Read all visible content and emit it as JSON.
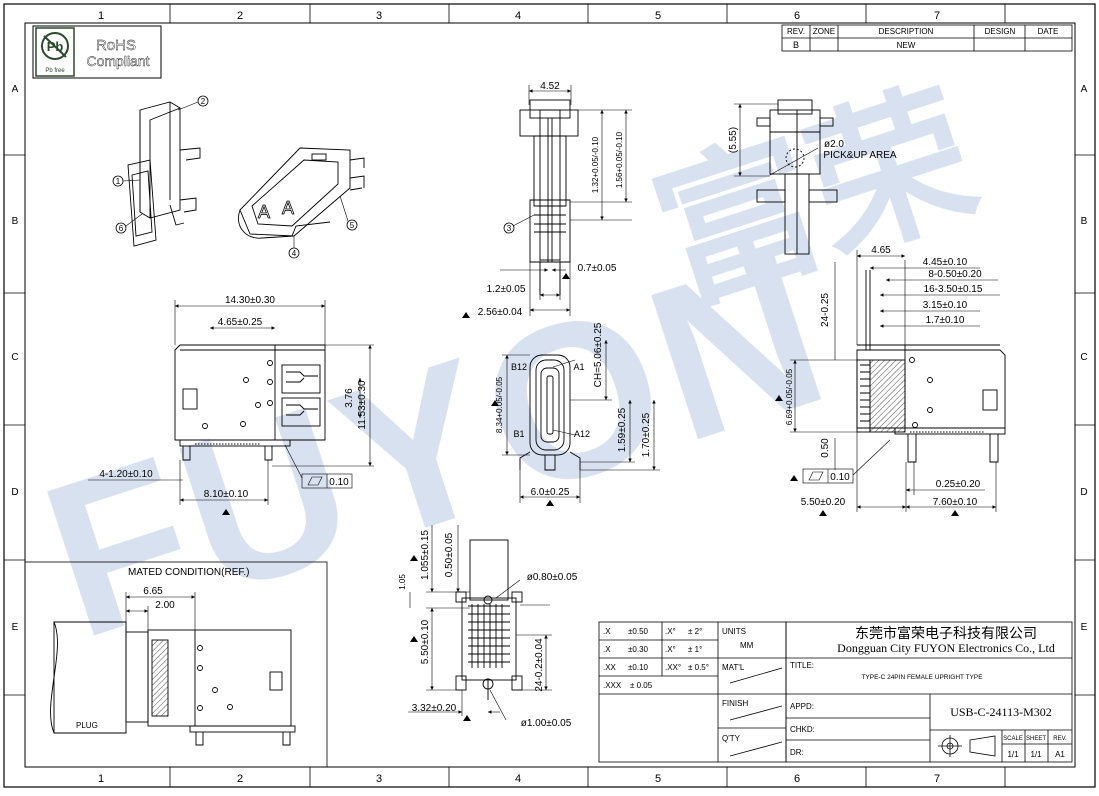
{
  "colors": {
    "line": "#000000",
    "paper": "#ffffff",
    "watermark": "#b9c8e3",
    "green_stamp": "#2a4a2a"
  },
  "frame": {
    "columns": [
      "1",
      "2",
      "3",
      "4",
      "5",
      "6",
      "7"
    ],
    "rows": [
      "A",
      "B",
      "C",
      "D",
      "E"
    ]
  },
  "revision_table": {
    "headers": [
      "REV.",
      "ZONE",
      "DESCRIPTION",
      "DESIGN",
      "DATE"
    ],
    "row": {
      "rev": "B",
      "zone": "",
      "description": "NEW",
      "design": "",
      "date": ""
    }
  },
  "rohs": {
    "line1": "RoHS",
    "line2": "Compliant",
    "pb_caption": "Pb free"
  },
  "watermark": {
    "latin": "FUYON",
    "cjk": "富荣"
  },
  "iso_callouts": [
    "1",
    "2",
    "3",
    "4",
    "5",
    "6"
  ],
  "front_view": {
    "dims": [
      "14.30±0.30",
      "4.65±0.25",
      "3.76",
      "11.53±0.30",
      "4-1.20±0.10",
      "8.10±0.10",
      "0.10"
    ]
  },
  "top_view": {
    "dims": [
      "4.52",
      "1.32+0.05/-0.10",
      "1.56+0.05/-0.10",
      "0.7±0.05",
      "1.2±0.05",
      "2.56±0.04"
    ],
    "callout": "3"
  },
  "end_view": {
    "pins": [
      "B12",
      "A1",
      "B1",
      "A12"
    ],
    "dims": [
      "CH=5.06±0.25",
      "8.34+0.05/-0.05",
      "1.59±0.25",
      "1.70±0.25",
      "6.0±0.25"
    ]
  },
  "side_top_view": {
    "dims": [
      "(5.55)",
      "ø2.0"
    ],
    "label": "PICK&UP AREA"
  },
  "side_view": {
    "dims": [
      "4.65",
      "4.45±0.10",
      "8-0.50±0.20",
      "16-3.50±0.15",
      "3.15±0.10",
      "1.7±0.10",
      "24-0.25",
      "6.69+0.05/-0.05",
      "0.50",
      "0.10",
      "0.25±0.20",
      "5.50±0.20",
      "7.60±0.10"
    ]
  },
  "pcb_view": {
    "dims": [
      "1.05",
      "1.055±0.15",
      "0.50±0.05",
      "ø0.80±0.05",
      "5.50±0.10",
      "24-0.2±0.04",
      "3.32±0.20",
      "ø1.00±0.05"
    ]
  },
  "mated": {
    "title": "MATED CONDITION(REF.)",
    "dims": [
      "6.65",
      "2.00"
    ],
    "plug": "PLUG"
  },
  "tolerance": {
    "rows": [
      [
        ".X",
        "±0.50",
        ".X°",
        "± 2°"
      ],
      [
        ".X",
        "±0.30",
        ".X°",
        "± 1°"
      ],
      [
        ".XX",
        "±0.10",
        ".XX°",
        "± 0.5°"
      ],
      [
        ".XXX",
        "± 0.05",
        "",
        ""
      ]
    ],
    "units_label": "UNITS",
    "units_value": "MM",
    "mat_label": "MAT'L",
    "finish_label": "FINISH",
    "qty_label": "Q'TY"
  },
  "title_block": {
    "company_cn": "东莞市富荣电子科技有限公司",
    "company_en": "Dongguan City FUYON Electronics Co., Ltd",
    "title_label": "TITLE:",
    "title_value": "TYPE-C 24PIN FEMALE UPRIGHT TYPE",
    "appd": "APPD:",
    "chkd": "CHKD:",
    "dr": "DR:",
    "part_no": "USB-C-24113-M302",
    "scale_label": "SCALE",
    "sheet_label": "SHEET",
    "rev_label": "REV.",
    "scale": "1/1",
    "sheet": "1/1",
    "rev": "A1"
  }
}
